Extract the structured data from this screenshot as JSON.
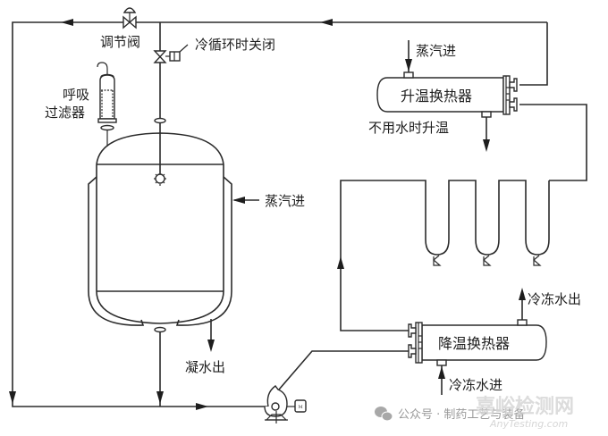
{
  "diagram": {
    "title": "Reactor heating/cooling circulation schematic",
    "labels": {
      "regulating_valve": "调节阀",
      "closed_during_cold_cycle": "冷循环时关闭",
      "breathing_filter_line1": "呼吸",
      "breathing_filter_line2": "过滤器",
      "steam_in_reactor": "蒸汽进",
      "condensate_out": "凝水出",
      "steam_in_heater": "蒸汽进",
      "heating_exchanger": "升温换热器",
      "not_used_when_heating": "不用水时升温",
      "chilled_water_out": "冷冻水出",
      "cooling_exchanger": "降温换热器",
      "chilled_water_in": "冷冻水进",
      "pump_motor": "M"
    },
    "components": [
      {
        "name": "reactor-vessel",
        "type": "jacketed tank"
      },
      {
        "name": "regulating-valve",
        "type": "control valve"
      },
      {
        "name": "solenoid-valve",
        "type": "valve closed during cold cycle"
      },
      {
        "name": "breathing-filter",
        "type": "vent filter"
      },
      {
        "name": "spray-ball",
        "type": "spray device"
      },
      {
        "name": "heating-exchanger",
        "type": "shell-and-tube heat exchanger"
      },
      {
        "name": "steam-traps",
        "type": "U-loop traps",
        "count": 3
      },
      {
        "name": "cooling-exchanger",
        "type": "shell-and-tube heat exchanger"
      },
      {
        "name": "circulation-pump",
        "type": "centrifugal pump with motor"
      }
    ]
  },
  "watermark": {
    "wechat": "公众号 · 制药工艺与装备",
    "site_cn": "嘉峪检测网",
    "site_en": "AnyTesting.com"
  }
}
